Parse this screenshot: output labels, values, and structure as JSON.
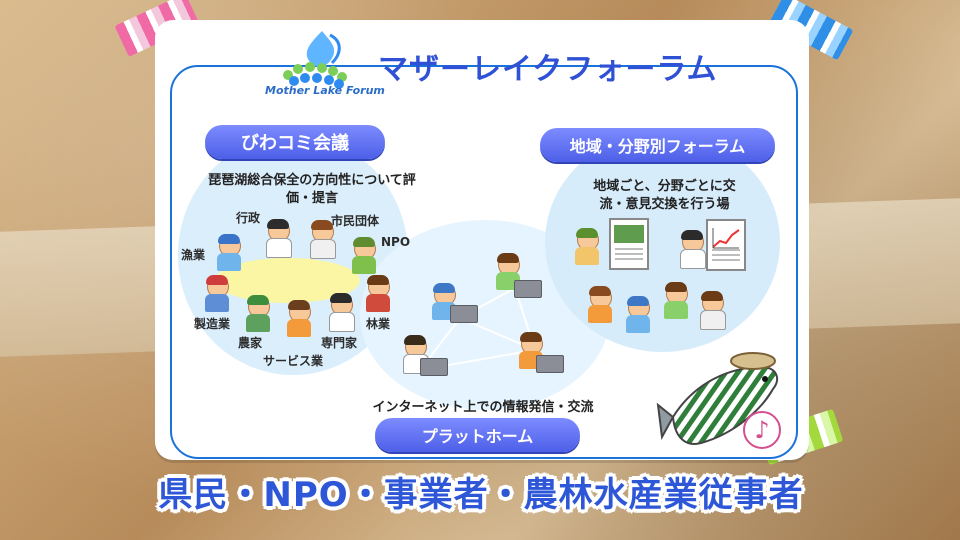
{
  "logo": {
    "text": "Mother Lake Forum"
  },
  "header": {
    "title": "マザーレイクフォーラム"
  },
  "left": {
    "title": "びわコミ会議",
    "description": "琵琶湖総合保全の方向性について評価・提言",
    "labels": {
      "gyosei": "行政",
      "shimin": "市民団体",
      "npo": "NPO",
      "gyogyo": "漁業",
      "seizou": "製造業",
      "nouka": "農家",
      "senmonka": "専門家",
      "ringyo": "林業",
      "service": "サービス業"
    }
  },
  "right": {
    "title": "地域・分野別フォーラム",
    "description": "地域ごと、分野ごとに交流・意見交換を行う場"
  },
  "center": {
    "description": "インターネット上での情報発信・交流",
    "title": "プラットホーム"
  },
  "bottom": {
    "text": "県民・NPO・事業者・農林水産業従事者"
  },
  "icons": {
    "note": "♪"
  },
  "colors": {
    "primary_blue": "#2f51d5",
    "pill_blue": "#4d5fe8",
    "border_blue": "#1a73d9"
  }
}
